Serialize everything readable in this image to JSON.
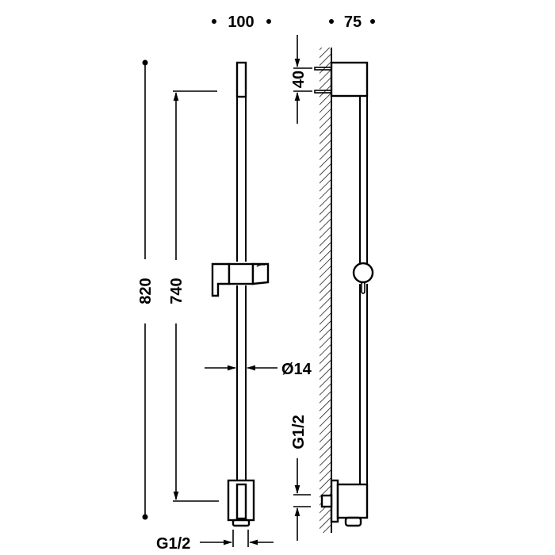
{
  "drawing": {
    "type": "technical-dimension-drawing",
    "subject": "shower slide rail with adjustable holder",
    "views": [
      "front",
      "side"
    ]
  },
  "dimensions": {
    "width_front": "100",
    "depth_side": "75",
    "total_height": "820",
    "rail_length": "740",
    "bracket_spacing": "40",
    "rail_diameter": "Ø14",
    "outlet_thread_front": "G1/2",
    "outlet_thread_side": "G1/2"
  },
  "colors": {
    "line": "#000000",
    "background": "#ffffff"
  }
}
